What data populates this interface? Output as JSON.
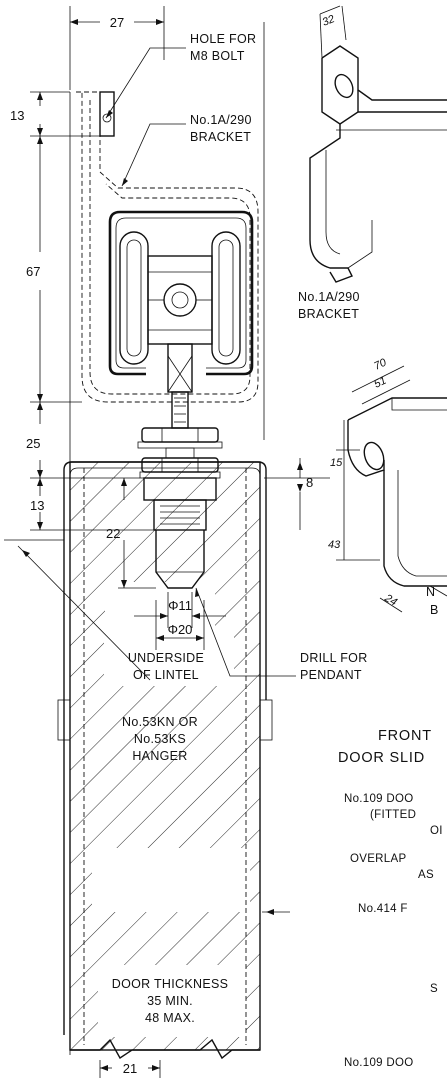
{
  "dimensions": {
    "top_width": "27",
    "top_offset": "13",
    "bracket_height": "67",
    "pendant_length": "25",
    "lintel_gap": "13",
    "counterbore_depth": "22",
    "plate_thickness": "8",
    "bolt_dia": "Φ11",
    "counterbore_dia": "Φ20",
    "bottom_width": "21"
  },
  "labels": {
    "hole_line1": "HOLE FOR",
    "hole_line2": "M8 BOLT",
    "bracket_ref_line1": "No.1A/290",
    "bracket_ref_line2": "BRACKET",
    "underside_line1": "UNDERSIDE",
    "underside_line2": "OF LINTEL",
    "drill_line1": "DRILL FOR",
    "drill_line2": "PENDANT",
    "hanger_line1": "No.53KN OR",
    "hanger_line2": "No.53KS",
    "hanger_line3": "HANGER",
    "door_line1": "DOOR THICKNESS",
    "door_line2": "35 MIN.",
    "door_line3": "48 MAX."
  },
  "iso_bracket": {
    "dim_width": "32",
    "caption_line1": "No.1A/290",
    "caption_line2": "BRACKET"
  },
  "iso_plate": {
    "dim_70": "70",
    "dim_51": "51",
    "dim_15": "15",
    "dim_43": "43",
    "dim_24": "24",
    "partial_1": "N",
    "partial_2": "B"
  },
  "right_text": {
    "title_line1": "FRONT",
    "title_line2": "DOOR SLID",
    "note1_line1": "No.109 DOO",
    "note1_line2": "(FITTED",
    "note1_line3": "OI",
    "note2_line1": "OVERLAP",
    "note2_line2": "AS",
    "note3": "No.414 F",
    "note4": "S",
    "note5": "No.109 DOO"
  }
}
